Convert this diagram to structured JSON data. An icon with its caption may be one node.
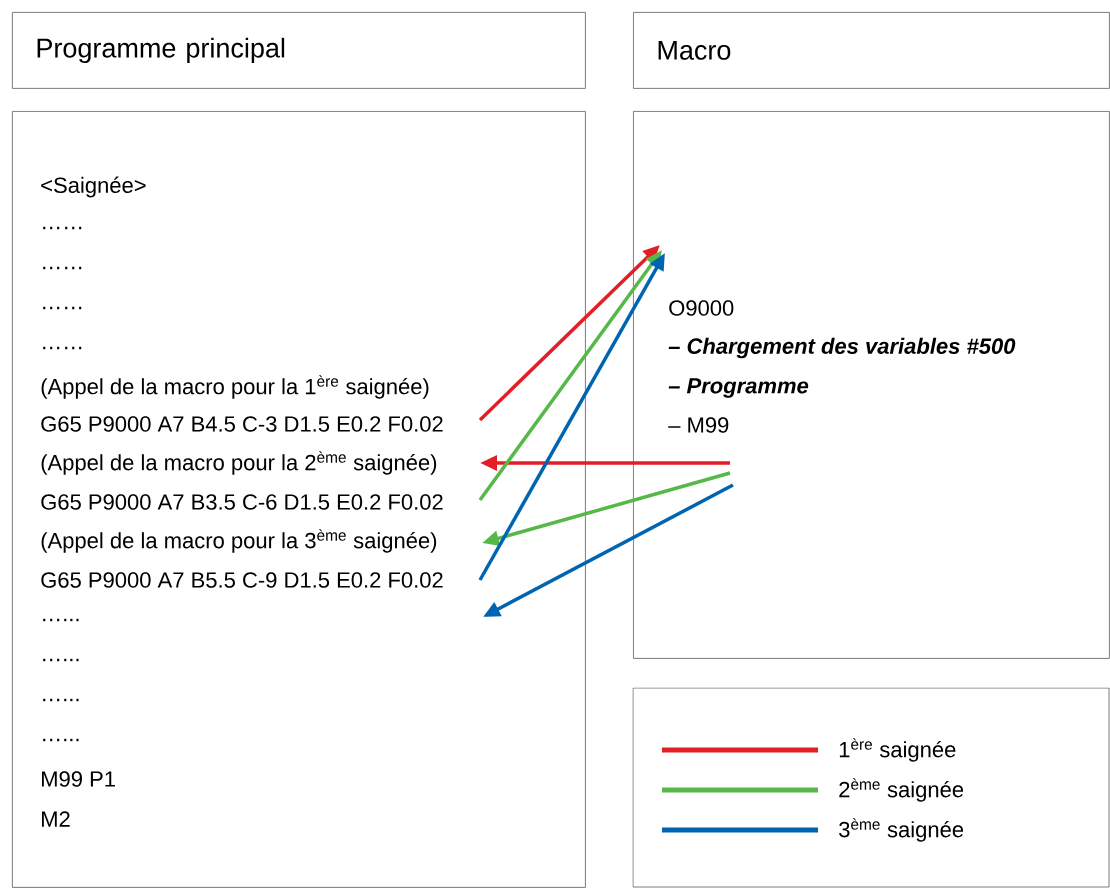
{
  "diagram": {
    "nodes": [
      {
        "text": [
          "Programme principal"
        ]
      },
      {
        "text": [
          "Macro"
        ]
      },
      {
        "text": [],
        "shape": "box"
      },
      {
        "text": [
          "<Saignée>"
        ],
        "in": 2
      },
      {
        "text": [
          "……"
        ],
        "in": 2
      },
      {
        "text": [
          "……"
        ],
        "in": 2
      },
      {
        "text": [
          "……"
        ],
        "in": 2
      },
      {
        "text": [
          "……"
        ],
        "in": 2
      },
      {
        "text": [
          "(Appel de la macro pour la 1$^{ère}$ saignée)"
        ],
        "in": 2
      },
      {
        "text": [
          "G65 P9000 A7 B4.5 C-3 D1.5 E0.2 F0.02"
        ],
        "in": 2
      },
      {
        "text": [
          "(Appel de la macro pour la 2$^{ème}$ saignée)"
        ],
        "in": 2
      },
      {
        "text": [
          "G65 P9000 A7 B3.5 C-6 D1.5 E0.2 F0.02"
        ],
        "in": 2
      },
      {
        "text": [
          "(Appel de la macro pour la 3$^{ème}$ saignée)"
        ],
        "in": 2
      },
      {
        "text": [
          "G65 P9000 A7 B5.5 C-9 D1.5 E0.2 F0.02"
        ],
        "in": 2
      },
      {
        "text": [
          "…..."
        ],
        "in": 2
      },
      {
        "text": [
          "…..."
        ],
        "in": 2
      },
      {
        "text": [
          "…..."
        ],
        "in": 2
      },
      {
        "text": [
          "…..."
        ],
        "in": 2
      },
      {
        "text": [
          "M99 P1"
        ],
        "in": 2
      },
      {
        "text": [
          "M2"
        ],
        "in": 2
      },
      {
        "text": [],
        "shape": "box"
      },
      {
        "text": [
          "O9000"
        ],
        "in": 20
      },
      {
        "text": [
          "– Chargement des variables #500"
        ],
        "in": 20
      },
      {
        "text": [
          "– Programme"
        ],
        "in": 20
      },
      {
        "text": [
          "– M99"
        ],
        "in": 20
      }
    ],
    "edges": [
      {
        "from": 9,
        "to": 21,
        "arrow": "to",
        "color": "#e41e26"
      },
      {
        "from": 24,
        "to": 10,
        "arrow": "to",
        "color": "#e41e26"
      },
      {
        "from": 11,
        "to": 21,
        "arrow": "to",
        "color": "#55b848"
      },
      {
        "from": 24,
        "to": 12,
        "arrow": "to",
        "color": "#55b848"
      },
      {
        "from": 13,
        "to": 21,
        "arrow": "to",
        "color": "#0065b1"
      },
      {
        "from": 24,
        "to": null,
        "arrow": "to",
        "color": "#0065b1"
      }
    ],
    "legend": [
      {
        "text": "1$^{ère}$ saignée",
        "color": "#e41e26"
      },
      {
        "text": "2$^{ème}$ saignée",
        "color": "#55b848"
      },
      {
        "text": "3$^{ème}$ saignée",
        "color": "#0065b1"
      }
    ]
  }
}
